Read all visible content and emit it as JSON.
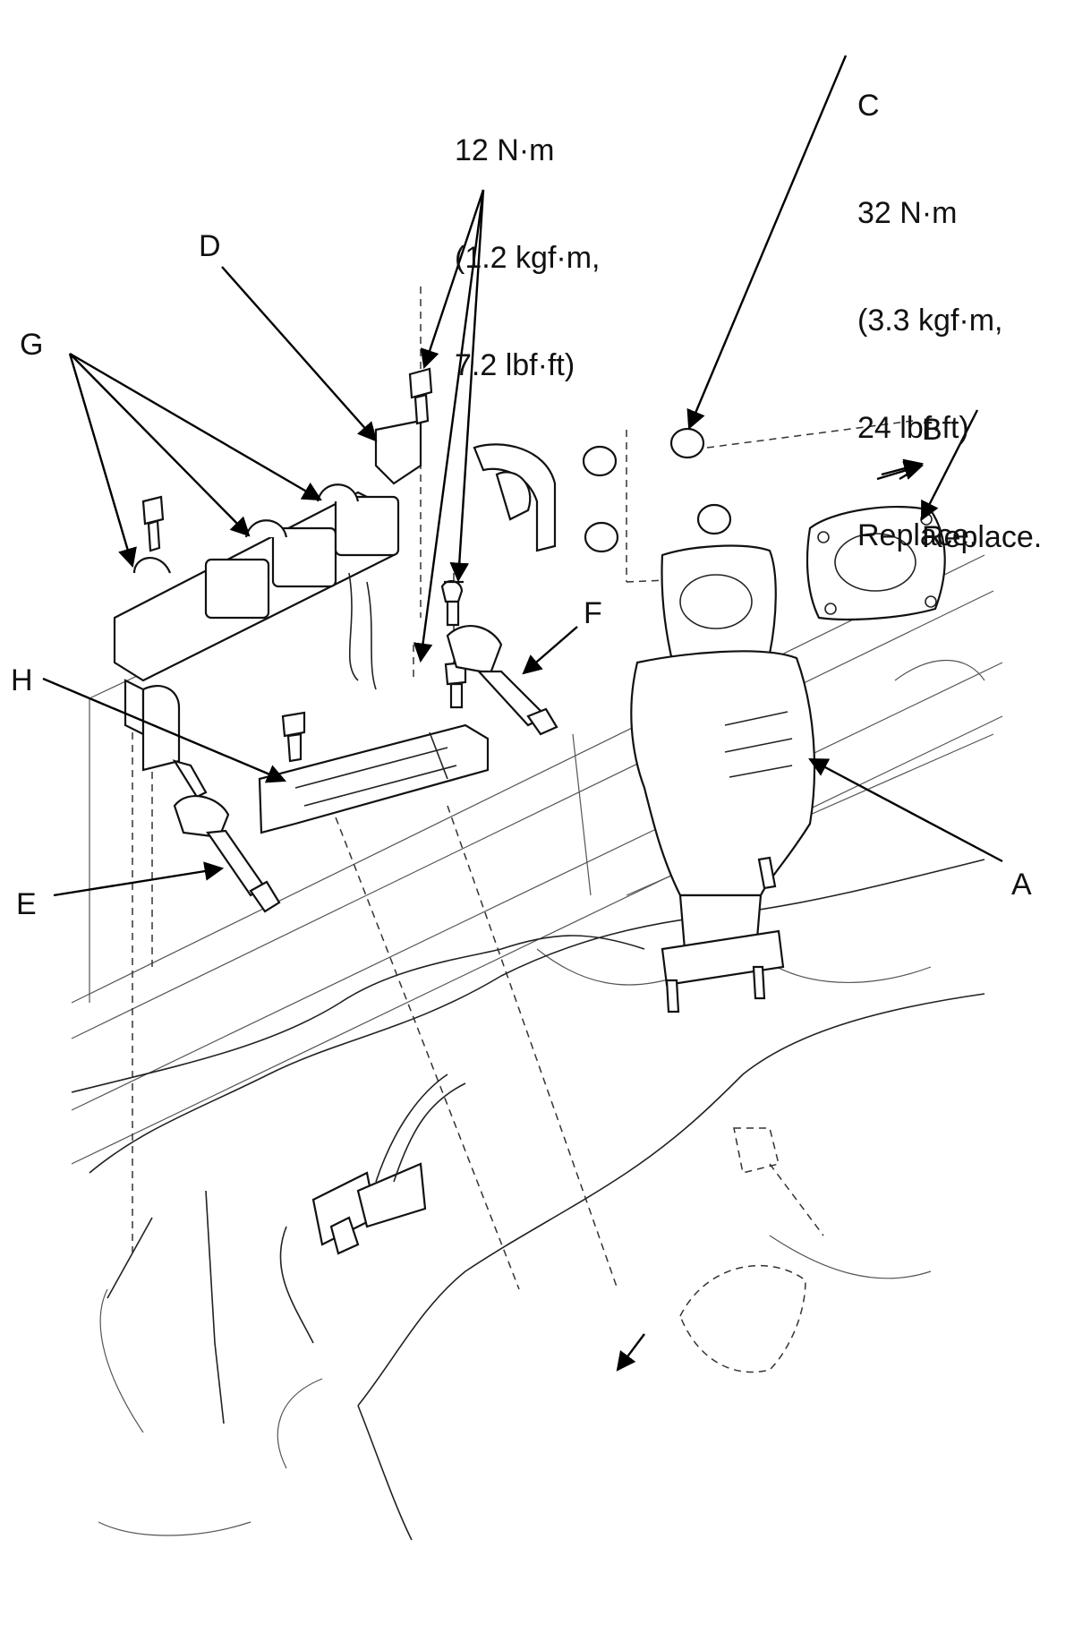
{
  "callouts": {
    "a": {
      "letter": "A"
    },
    "b": {
      "letter": "B",
      "note": "Replace."
    },
    "c": {
      "letter": "C",
      "torque_nm": "32 N·m",
      "torque_kgf": "(3.3 kgf·m,",
      "torque_lbf": "24 lbf·ft)",
      "note": "Replace."
    },
    "d": {
      "letter": "D"
    },
    "e": {
      "letter": "E"
    },
    "f": {
      "letter": "F"
    },
    "g": {
      "letter": "G"
    },
    "h": {
      "letter": "H"
    },
    "bolt_torque": {
      "torque_nm": "12 N·m",
      "torque_kgf": "(1.2 kgf·m,",
      "torque_lbf": "7.2 lbf·ft)"
    }
  }
}
